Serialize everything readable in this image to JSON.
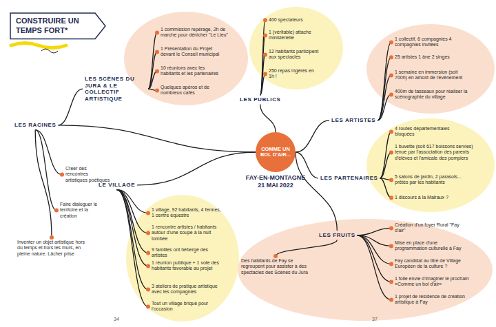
{
  "diagram": {
    "nodes": [
      {
        "text": [
          "CONSTRUIRE UN TEMPS FORT*"
        ]
      },
      {
        "text": [
          "COMME UN BOL D'AIR...",
          "FAY-EN-MONTAGNE 21 MAI 2022"
        ]
      },
      {
        "text": [
          "LES RACINES"
        ]
      },
      {
        "text": [
          "LES SCÈNES DU JURA & LE COLLECTIF ARTISTIQUE"
        ]
      },
      {
        "text": [
          "LE VILLAGE"
        ]
      },
      {
        "text": [
          "LES PUBLICS"
        ]
      },
      {
        "text": [
          "LES ARTISTES"
        ]
      },
      {
        "text": [
          "LES PARTENAIRES"
        ]
      },
      {
        "text": [
          "LES FRUITS"
        ]
      },
      {
        "text": [
          "1 commission repérage, 2h de marche pour dénicher \"Le Lieu\""
        ]
      },
      {
        "text": [
          "1 Présentation du Projet devant le Conseil municipal"
        ]
      },
      {
        "text": [
          "10 réunions avec les habitants et les partenaires"
        ]
      },
      {
        "text": [
          "Quelques apéros et de nombreux cafés"
        ]
      },
      {
        "text": [
          "Créer des rencontres artistiques poétiques"
        ]
      },
      {
        "text": [
          "Faire dialoguer le territoire et la création"
        ]
      },
      {
        "text": [
          "Inventer un objet artistique hors du temps et hors les murs, en pleine nature. Lâcher prise"
        ]
      },
      {
        "text": [
          "1 village, 92 habitants, 4 fermes, 1 centre équestre"
        ]
      },
      {
        "text": [
          "1 rencontre artistes / habitants autour d'une soupe à la nuit tombée"
        ]
      },
      {
        "text": [
          "9 familles ont hébergé des artistes"
        ]
      },
      {
        "text": [
          "1 réunion publique + 1 vote des habitants favorable au projet"
        ]
      },
      {
        "text": [
          "3 ateliers de pratique artistique avec les compagnies"
        ]
      },
      {
        "text": [
          "Tout un village briqué pour l'occasion"
        ]
      },
      {
        "text": [
          "400 spectateurs"
        ]
      },
      {
        "text": [
          "1 (véritable) attache ministérielle"
        ]
      },
      {
        "text": [
          "12 habitants participent aux spectacles"
        ]
      },
      {
        "text": [
          "250 repas ingérés en 1h !"
        ]
      },
      {
        "text": [
          "1 collectif, 6 compagnies 4 compagnies invitées"
        ]
      },
      {
        "text": [
          "25 artistes 1 âne 2 singes"
        ]
      },
      {
        "text": [
          "1 semaine en immersion (soit 700h) en amont de l'événement"
        ]
      },
      {
        "text": [
          "400m de tasseaux pour réaliser la scénographie du village"
        ]
      },
      {
        "text": [
          "4 routes départementales bloquées"
        ]
      },
      {
        "text": [
          "1 buvette (soit 617 boissons servies) tenue par l'association des parents d'élèves et l'amicale des pompiers"
        ]
      },
      {
        "text": [
          "5 salons de jardin, 2 parasols... prêtés par les habitants"
        ]
      },
      {
        "text": [
          "1 discours à la Malraux ?"
        ]
      },
      {
        "text": [
          "Création d'un foyer Rural \"Fay d'air\""
        ]
      },
      {
        "text": [
          "Mise en place d'une programmation culturelle à Fay"
        ]
      },
      {
        "text": [
          "Fay candidat au titre de Village Européen de la culture ?"
        ]
      },
      {
        "text": [
          "1 folle envie d'imaginer le prochain «Comme un bol d'air»"
        ]
      },
      {
        "text": [
          "1 projet de résidence de création artistique à Fay"
        ]
      },
      {
        "text": [
          "Des habitants de Fay se regroupent pour assister à des spectacles des Scènes du Jura"
        ]
      }
    ],
    "edges": [
      {
        "from": 1,
        "to": 2,
        "arrow": "none"
      },
      {
        "from": 1,
        "to": 4,
        "arrow": "none"
      },
      {
        "from": 1,
        "to": 5,
        "arrow": "none"
      },
      {
        "from": 1,
        "to": 6,
        "arrow": "none"
      },
      {
        "from": 1,
        "to": 7,
        "arrow": "none"
      },
      {
        "from": 1,
        "to": 8,
        "arrow": "none"
      },
      {
        "from": 2,
        "to": 3,
        "arrow": "none"
      },
      {
        "from": 3,
        "to": 9,
        "arrow": "none"
      },
      {
        "from": 3,
        "to": 10,
        "arrow": "none"
      },
      {
        "from": 3,
        "to": 11,
        "arrow": "none"
      },
      {
        "from": 3,
        "to": 12,
        "arrow": "none"
      },
      {
        "from": 2,
        "to": 13,
        "arrow": "none"
      },
      {
        "from": 2,
        "to": 14,
        "arrow": "none"
      },
      {
        "from": 2,
        "to": 15,
        "arrow": "none"
      },
      {
        "from": 4,
        "to": 16,
        "arrow": "none"
      },
      {
        "from": 4,
        "to": 17,
        "arrow": "none"
      },
      {
        "from": 4,
        "to": 18,
        "arrow": "none"
      },
      {
        "from": 4,
        "to": 19,
        "arrow": "none"
      },
      {
        "from": 4,
        "to": 20,
        "arrow": "none"
      },
      {
        "from": 4,
        "to": 21,
        "arrow": "none"
      },
      {
        "from": 5,
        "to": 22,
        "arrow": "none"
      },
      {
        "from": 5,
        "to": 23,
        "arrow": "none"
      },
      {
        "from": 5,
        "to": 24,
        "arrow": "none"
      },
      {
        "from": 5,
        "to": 25,
        "arrow": "none"
      },
      {
        "from": 6,
        "to": 26,
        "arrow": "none"
      },
      {
        "from": 6,
        "to": 27,
        "arrow": "none"
      },
      {
        "from": 6,
        "to": 28,
        "arrow": "none"
      },
      {
        "from": 6,
        "to": 29,
        "arrow": "none"
      },
      {
        "from": 7,
        "to": 30,
        "arrow": "none"
      },
      {
        "from": 7,
        "to": 31,
        "arrow": "none"
      },
      {
        "from": 7,
        "to": 32,
        "arrow": "none"
      },
      {
        "from": 7,
        "to": 33,
        "arrow": "none"
      },
      {
        "from": 8,
        "to": 34,
        "arrow": "none"
      },
      {
        "from": 8,
        "to": 35,
        "arrow": "none"
      },
      {
        "from": 8,
        "to": 36,
        "arrow": "none"
      },
      {
        "from": 8,
        "to": 37,
        "arrow": "none"
      },
      {
        "from": 8,
        "to": 38,
        "arrow": "none"
      },
      {
        "from": 8,
        "to": 39,
        "arrow": "none"
      }
    ],
    "labels": [
      "34",
      "37"
    ]
  }
}
